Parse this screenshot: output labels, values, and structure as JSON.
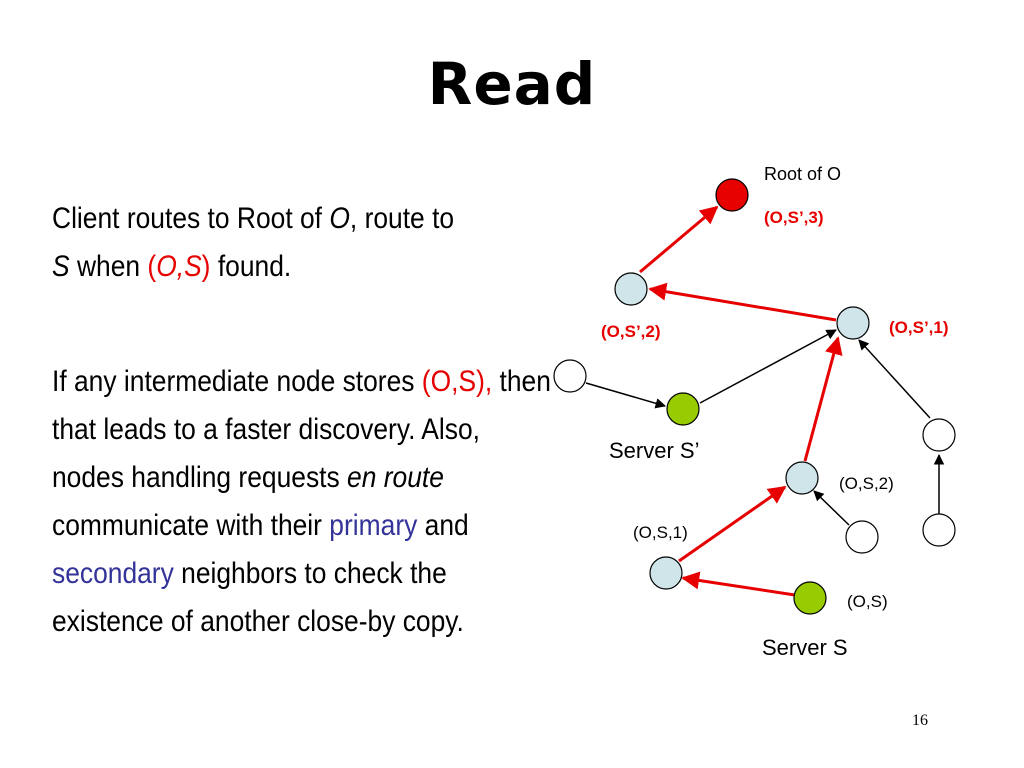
{
  "slide": {
    "title": "Read",
    "page_number": "16",
    "paragraph1": {
      "t1": "Client routes to Root of ",
      "t2": "O",
      "t3": ", route to ",
      "t4": "S",
      "t5": " when ",
      "t6": "(",
      "t7": "O,S",
      "t8": ")",
      "t9": " found."
    },
    "paragraph2": {
      "t1": "If any intermediate node stores ",
      "t2": "(O,S),",
      "t3": " then that leads to a faster discovery. Also, nodes handling requests ",
      "t4": "en route",
      "t5": " communicate with their ",
      "t6": "primary",
      "t7": " and ",
      "t8": "secondary",
      "t9": " neighbors to check the existence of another close-by copy."
    }
  },
  "diagram": {
    "labels": {
      "root": "Root of O",
      "os3": "(O,S’,3)",
      "os2p": "(O,S’,2)",
      "os1p": "(O,S’,1)",
      "server_s_prime": "Server S’",
      "os_2": "(O,S,2)",
      "os_1": "(O,S,1)",
      "os": "(O,S)",
      "server_s": "Server S"
    },
    "colors": {
      "root_fill": "#e60000",
      "intermediate_fill": "#cfe5ea",
      "server_fill": "#99cc00",
      "plain_fill": "#ffffff",
      "route_arrow": "#e60000",
      "other_arrow": "#000000",
      "highlight_text": "#e60000",
      "link_text": "#33339a"
    }
  }
}
